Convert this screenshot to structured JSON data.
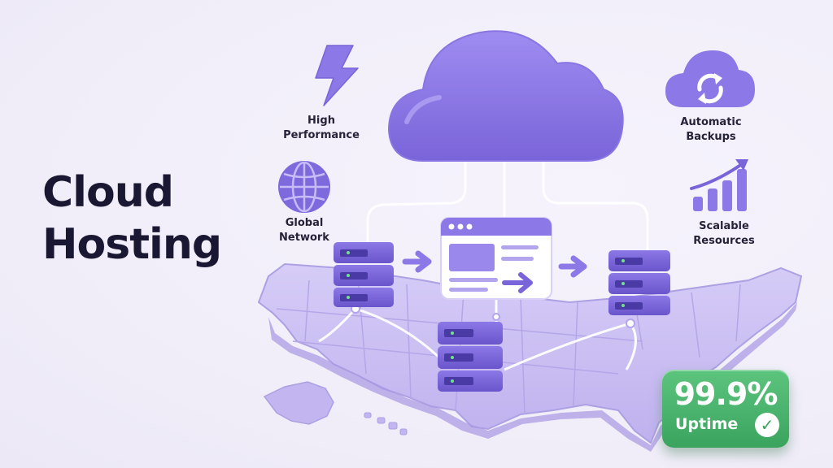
{
  "title": {
    "line1": "Cloud",
    "line2": "Hosting"
  },
  "features": {
    "performance": {
      "line1": "High",
      "line2": "Performance",
      "icon": "lightning-icon"
    },
    "network": {
      "line1": "Global",
      "line2": "Network",
      "icon": "globe-icon"
    },
    "backups": {
      "line1": "Automatic",
      "line2": "Backups",
      "icon": "cloud-sync-icon"
    },
    "scalable": {
      "line1": "Scalable",
      "line2": "Resources",
      "icon": "growth-chart-icon"
    }
  },
  "uptime": {
    "value": "99.9%",
    "label": "Uptime",
    "icon": "checkmark-icon"
  },
  "colors": {
    "accent": "#8f7be8",
    "accent_dark": "#6b56c9",
    "map": "#c9bdf2",
    "text": "#1a1733",
    "success": "#45b36a"
  }
}
